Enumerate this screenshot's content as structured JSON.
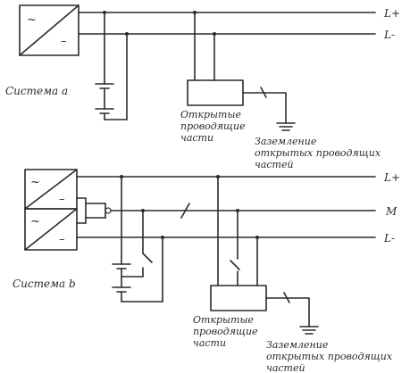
{
  "system_a": {
    "label": "Система a",
    "conductor_plus": "L+",
    "conductor_minus": "L-",
    "exposed_parts": [
      "Открытые",
      "проводящие",
      "части"
    ],
    "earthing": [
      "Заземление",
      "открытых проводящих",
      "частей"
    ]
  },
  "system_b": {
    "label": "Система b",
    "conductor_plus": "L+",
    "conductor_mid": "M",
    "conductor_minus": "L-",
    "exposed_parts": [
      "Открытые",
      "проводящие",
      "части"
    ],
    "earthing": [
      "Заземление",
      "открытых проводящих",
      "частей"
    ]
  },
  "symbols": {
    "ac": "~",
    "dc": "–"
  }
}
